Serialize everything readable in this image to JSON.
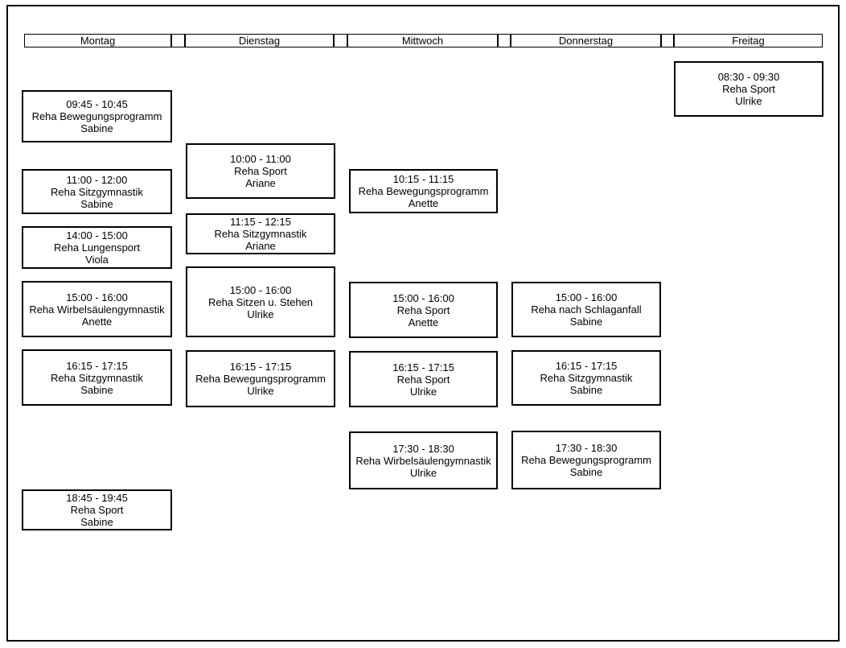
{
  "schedule": {
    "days": [
      {
        "label": "Montag",
        "events": [
          {
            "time": "09:45 - 10:45",
            "activity": "Reha Bewegungsprogramm",
            "instructor": "Sabine"
          },
          {
            "time": "11:00 - 12:00",
            "activity": "Reha Sitzgymnastik",
            "instructor": "Sabine"
          },
          {
            "time": "14:00 - 15:00",
            "activity": "Reha Lungensport",
            "instructor": "Viola"
          },
          {
            "time": "15:00 - 16:00",
            "activity": "Reha Wirbelsäulengymnastik",
            "instructor": "Anette"
          },
          {
            "time": "16:15 - 17:15",
            "activity": "Reha Sitzgymnastik",
            "instructor": "Sabine"
          },
          {
            "time": "18:45 - 19:45",
            "activity": "Reha Sport",
            "instructor": "Sabine"
          }
        ]
      },
      {
        "label": "Dienstag",
        "events": [
          {
            "time": "10:00 - 11:00",
            "activity": "Reha Sport",
            "instructor": "Ariane"
          },
          {
            "time": "11:15 - 12:15",
            "activity": "Reha Sitzgymnastik",
            "instructor": "Ariane"
          },
          {
            "time": "15:00 - 16:00",
            "activity": "Reha Sitzen u. Stehen",
            "instructor": "Ulrike"
          },
          {
            "time": "16:15 - 17:15",
            "activity": "Reha Bewegungsprogramm",
            "instructor": "Ulrike"
          }
        ]
      },
      {
        "label": "Mittwoch",
        "events": [
          {
            "time": "10:15 - 11:15",
            "activity": "Reha Bewegungsprogramm",
            "instructor": "Anette"
          },
          {
            "time": "15:00 - 16:00",
            "activity": "Reha Sport",
            "instructor": "Anette"
          },
          {
            "time": "16:15 - 17:15",
            "activity": "Reha Sport",
            "instructor": "Ulrike"
          },
          {
            "time": "17:30 - 18:30",
            "activity": "Reha Wirbelsäulengymnastik",
            "instructor": "Ulrike"
          }
        ]
      },
      {
        "label": "Donnerstag",
        "events": [
          {
            "time": "15:00 - 16:00",
            "activity": "Reha nach Schlaganfall",
            "instructor": "Sabine"
          },
          {
            "time": "16:15 - 17:15",
            "activity": "Reha Sitzgymnastik",
            "instructor": "Sabine"
          },
          {
            "time": "17:30 - 18:30",
            "activity": "Reha Bewegungsprogramm",
            "instructor": "Sabine"
          }
        ]
      },
      {
        "label": "Freitag",
        "events": [
          {
            "time": "08:30 - 09:30",
            "activity": "Reha Sport",
            "instructor": "Ulrike"
          }
        ]
      }
    ]
  }
}
